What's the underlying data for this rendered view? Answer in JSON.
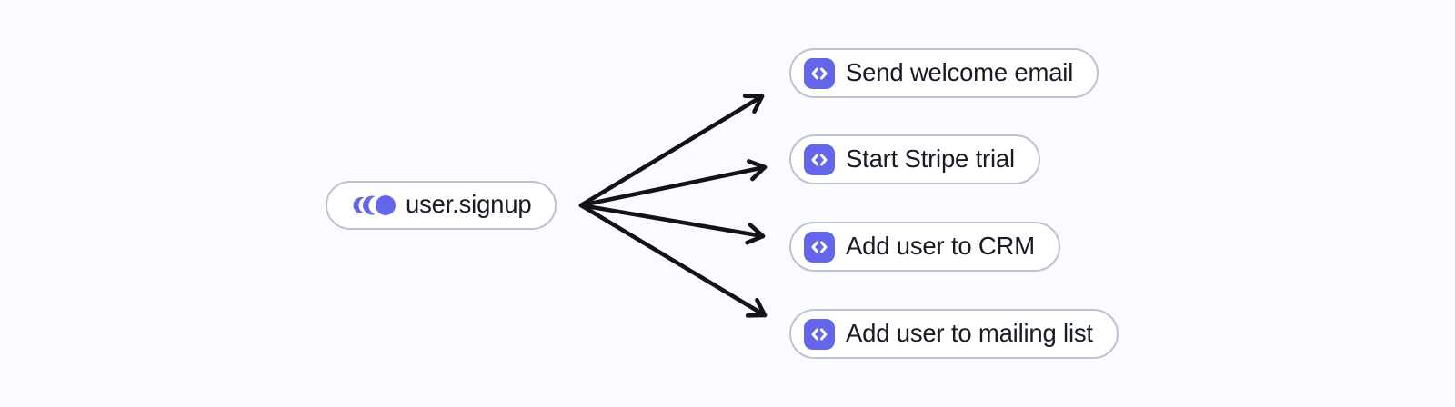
{
  "diagram": {
    "trigger": {
      "label": "user.signup",
      "icon": "event-pulse-icon"
    },
    "actions": [
      {
        "label": "Send welcome email",
        "icon": "code-icon"
      },
      {
        "label": "Start Stripe trial",
        "icon": "code-icon"
      },
      {
        "label": "Add user to CRM",
        "icon": "code-icon"
      },
      {
        "label": "Add user to mailing list",
        "icon": "code-icon"
      }
    ],
    "colors": {
      "background": "#FAFAFF",
      "node_background": "#FFFFFF",
      "node_border": "#B9C4D2",
      "accent_purple": "#6366E8",
      "text": "#161B26",
      "arrow": "#101319"
    }
  }
}
